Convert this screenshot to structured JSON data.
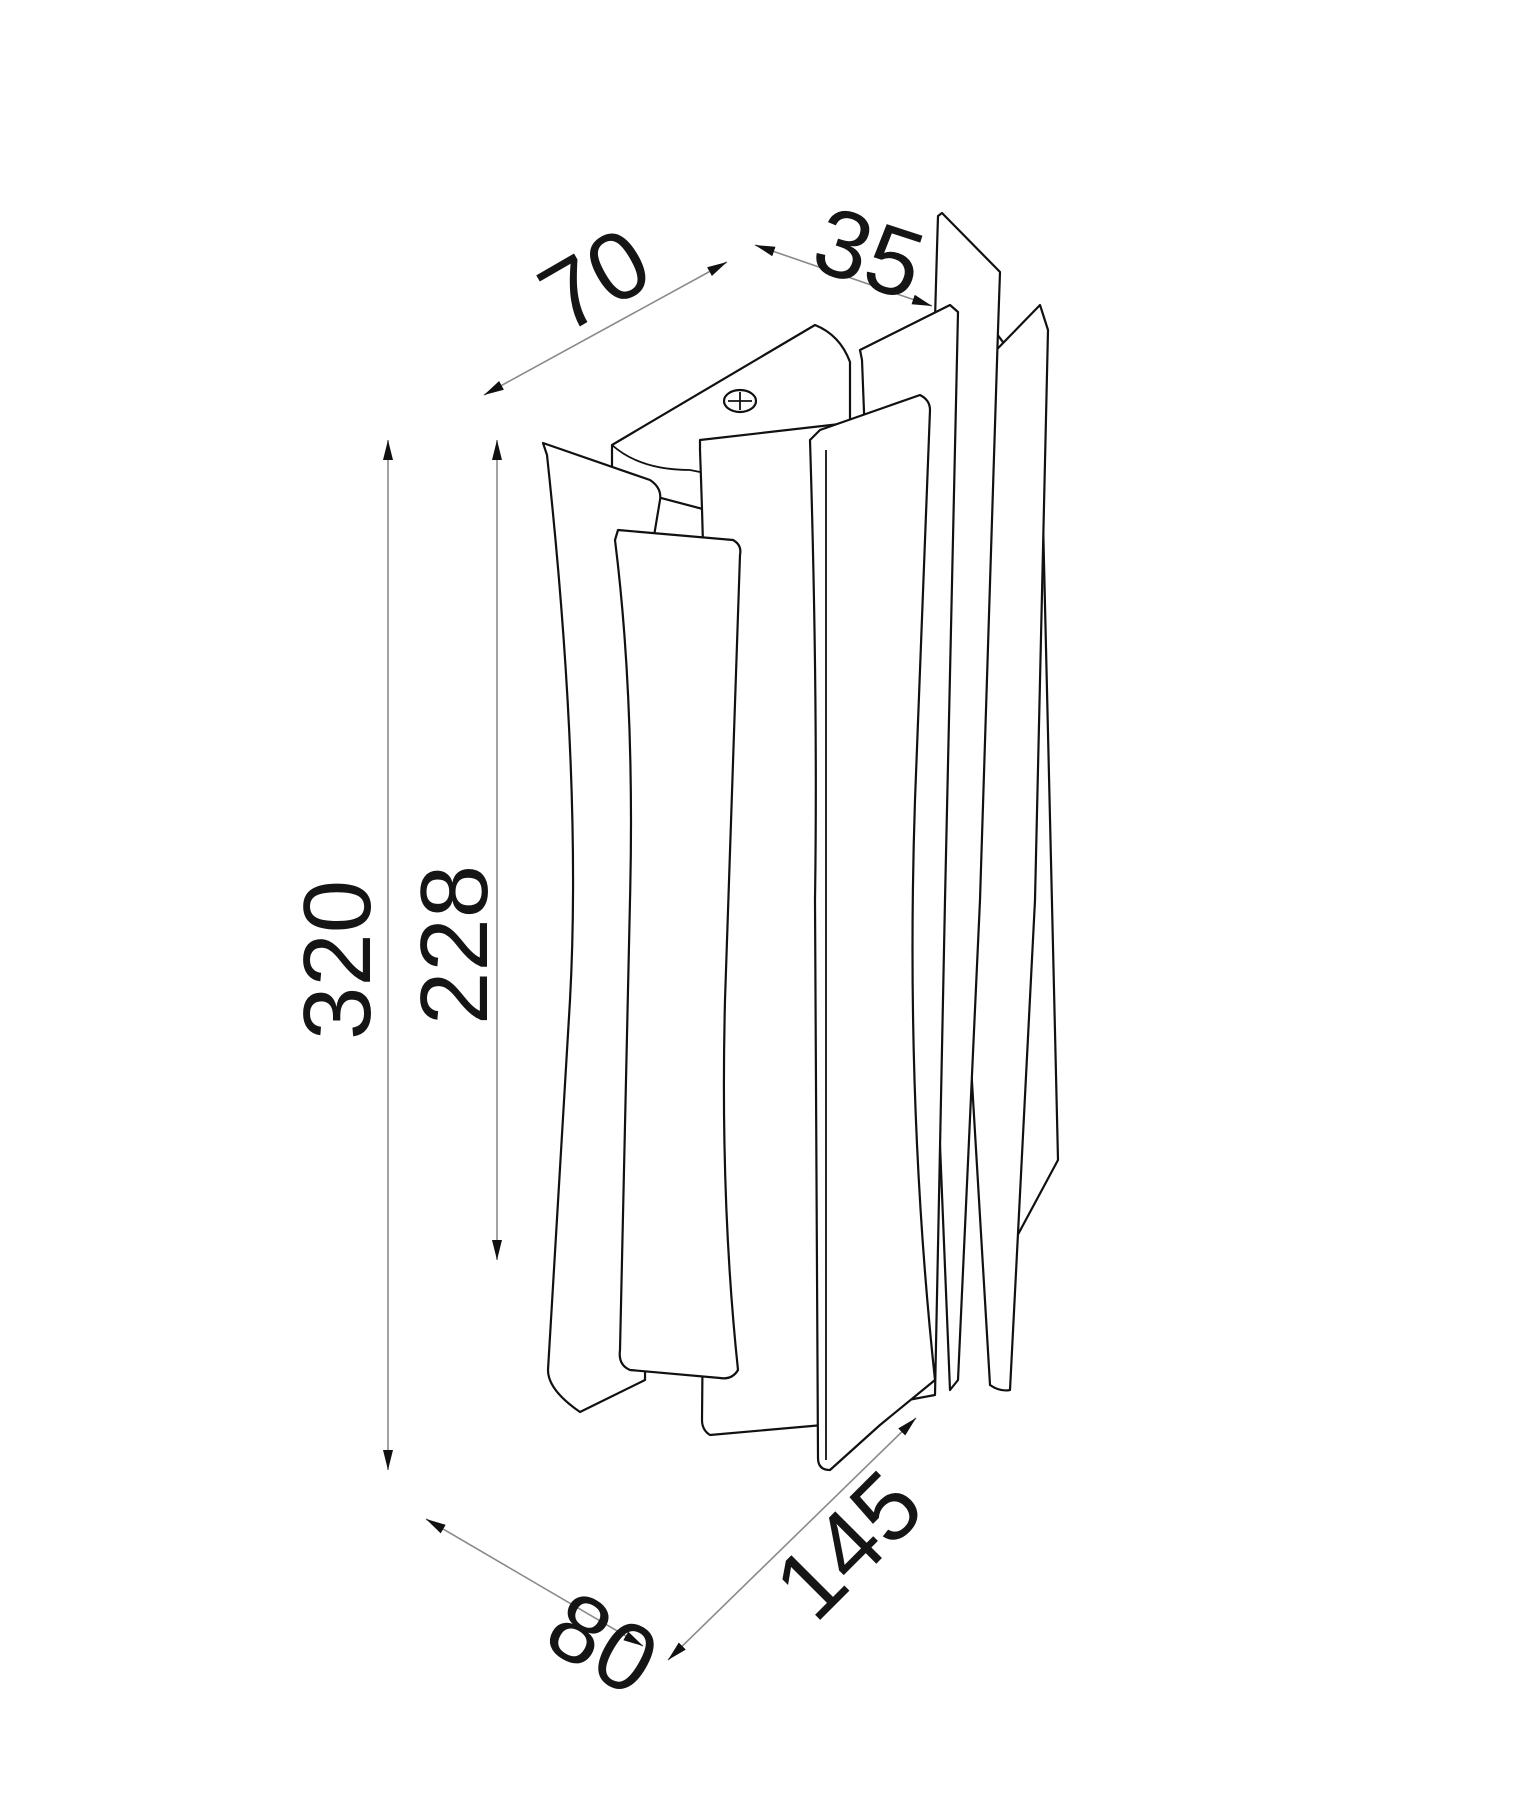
{
  "drawing": {
    "subject": "wall lamp dimension drawing",
    "units": "mm",
    "line_color": "#111111",
    "dimension_line_color": "#8a8a8a",
    "background": "#ffffff"
  },
  "dimensions": {
    "overall_height": {
      "label": "320",
      "orientation": "vertical"
    },
    "shade_height": {
      "label": "228",
      "orientation": "vertical"
    },
    "mount_width": {
      "label": "70",
      "orientation": "isometric-left"
    },
    "mount_depth": {
      "label": "35",
      "orientation": "isometric-right"
    },
    "base_width": {
      "label": "80",
      "orientation": "isometric-right"
    },
    "base_depth": {
      "label": "145",
      "orientation": "isometric-left"
    }
  },
  "icons": {
    "screw": "phillips-screw-head"
  }
}
